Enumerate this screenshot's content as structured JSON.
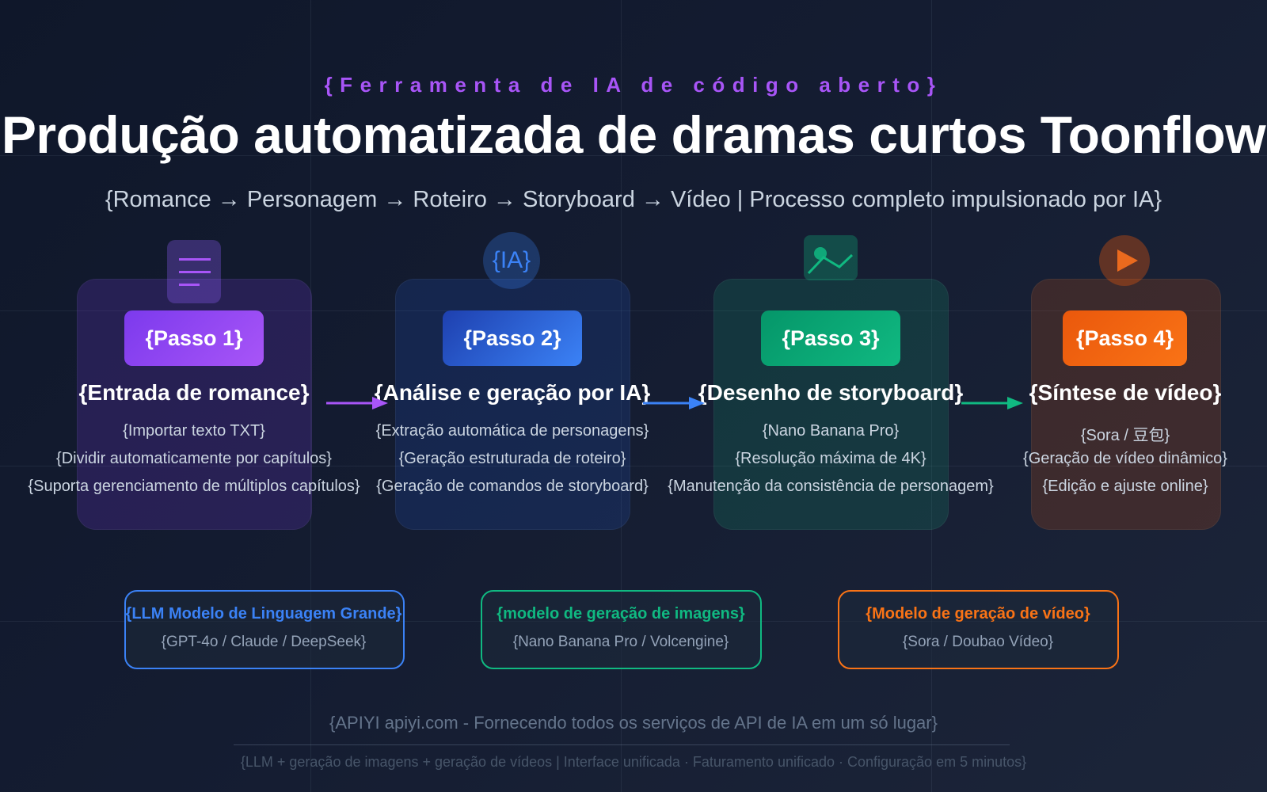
{
  "header": {
    "kicker": "{Ferramenta de IA de código aberto}",
    "title": "Produção automatizada de dramas curtos Toonflow",
    "subtitle": "{Romance → Personagem → Roteiro → Storyboard → Vídeo | Processo completo impulsionado por IA}"
  },
  "colors": {
    "background": "#0f172a",
    "purple": "#a855f7",
    "blue": "#3b82f6",
    "green": "#10b981",
    "orange": "#f97316",
    "text_muted": "#cbd5e1"
  },
  "steps": [
    {
      "icon": "document-icon",
      "badge": "{Passo 1}",
      "title": "{Entrada de romance}",
      "features": [
        "{Importar texto TXT}",
        "{Dividir automaticamente por capítulos}",
        "{Suporta gerenciamento de múltiplos capítulos}"
      ]
    },
    {
      "icon": "ai-icon",
      "icon_text": "{IA}",
      "badge": "{Passo 2}",
      "title": "{Análise e geração por IA}",
      "features": [
        "{Extração automática de personagens}",
        "{Geração estruturada de roteiro}",
        "{Geração de comandos de storyboard}"
      ]
    },
    {
      "icon": "image-icon",
      "badge": "{Passo 3}",
      "title": "{Desenho de storyboard}",
      "features": [
        "{Nano Banana Pro}",
        "{Resolução máxima de 4K}",
        "{Manutenção da consistência de personagem}"
      ]
    },
    {
      "icon": "play-icon",
      "badge": "{Passo 4}",
      "title": "{Síntese de vídeo}",
      "features": [
        "{Sora / 豆包}",
        "{Geração de vídeo dinâmico}",
        "{Edição e ajuste online}"
      ]
    }
  ],
  "models": [
    {
      "title": "{LLM Modelo de Linguagem Grande}",
      "subtitle": "{GPT-4o / Claude / DeepSeek}",
      "color": "#3b82f6"
    },
    {
      "title": "{modelo de geração de imagens}",
      "subtitle": "{Nano Banana Pro / Volcengine}",
      "color": "#10b981"
    },
    {
      "title": "{Modelo de geração de vídeo}",
      "subtitle": "{Sora / Doubao Vídeo}",
      "color": "#f97316"
    }
  ],
  "footer": {
    "main": "{APIYI apiyi.com - Fornecendo todos os serviços de API de IA em um só lugar}",
    "sub": "{LLM + geração de imagens + geração de vídeos | Interface unificada · Faturamento unificado · Configuração em 5 minutos}"
  }
}
